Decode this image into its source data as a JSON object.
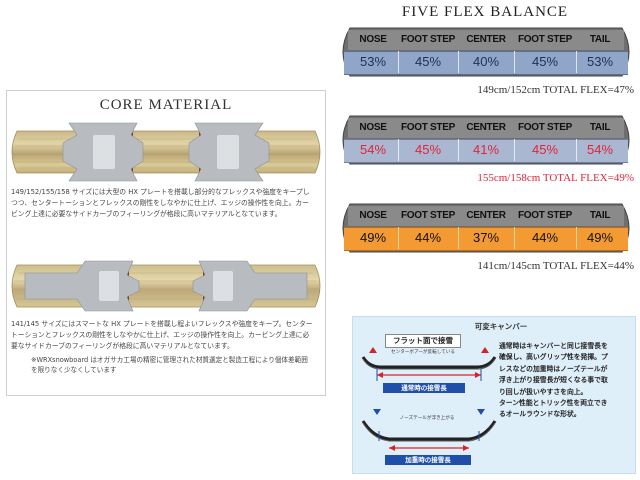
{
  "core": {
    "title": "CORE MATERIAL",
    "paragraph1": "149/152/155/158 サイズには大型の HX プレートを搭載し部分的なフレックスや強度をキープしつつ、センタートーションとフレックスの剛性をしなやかに仕上げ、エッジの操作性を向上。カービング上達に必要なサイドカーブのフィーリングが格段に高いマテリアルとなています。",
    "paragraph2": "141/145 サイズにはスマートな HX プレートを搭載し程よいフレックスや強度をキープ。センタートーションとフレックスの剛性をしなやかに仕上げ、エッジの操作性を向上。カービング上達に必要なサイドカーブのフィーリングが格段に高いマテリアルとなています。",
    "note": "※WRXsnowboard はオガサカ工場の精密に管理された材質選定と製造工程により個体差範囲を限りなく少なくしています"
  },
  "flex": {
    "title": "FIVE FLEX BALANCE",
    "labels": [
      "NOSE",
      "FOOT STEP",
      "CENTER",
      "FOOT STEP",
      "TAIL"
    ],
    "boards": [
      {
        "values": [
          "53%",
          "45%",
          "40%",
          "45%",
          "53%"
        ],
        "total": "149cm/152cm TOTAL FLEX=47%",
        "value_color": "#1f2f55",
        "value_bg": "#8fa6c9",
        "total_color": "#333333"
      },
      {
        "values": [
          "54%",
          "45%",
          "41%",
          "45%",
          "54%"
        ],
        "total": "155cm/158cm TOTAL FLEX=49%",
        "value_color": "#e0243a",
        "value_bg": "#a9b7d1",
        "total_color": "#e0243a"
      },
      {
        "values": [
          "49%",
          "44%",
          "37%",
          "44%",
          "49%"
        ],
        "total": "141cm/145cm TOTAL FLEX=44%",
        "value_color": "#111111",
        "value_bg": "#f39a32",
        "total_color": "#333333"
      }
    ]
  },
  "camber": {
    "title": "可変キャンバー",
    "flat_label": "フラット面で接雪",
    "center_label": "センターボアーが反転している",
    "normal_contact": "通常時の接雪長",
    "nose_label": "ノーズテールが浮き上がる",
    "added_contact": "加重時の接雪長",
    "desc": [
      "通常時はキャンバーと同じ接雪長を",
      "確保し、高いグリップ性を発揮。プ",
      "レスなどの加重時はノーズテールが",
      "浮き上がり接雪長が短くなる事で取",
      "り回しが扱いやすさを向上。",
      "ターン性能とトリック性を両立でき",
      "るオールラウンドな形状。"
    ]
  }
}
